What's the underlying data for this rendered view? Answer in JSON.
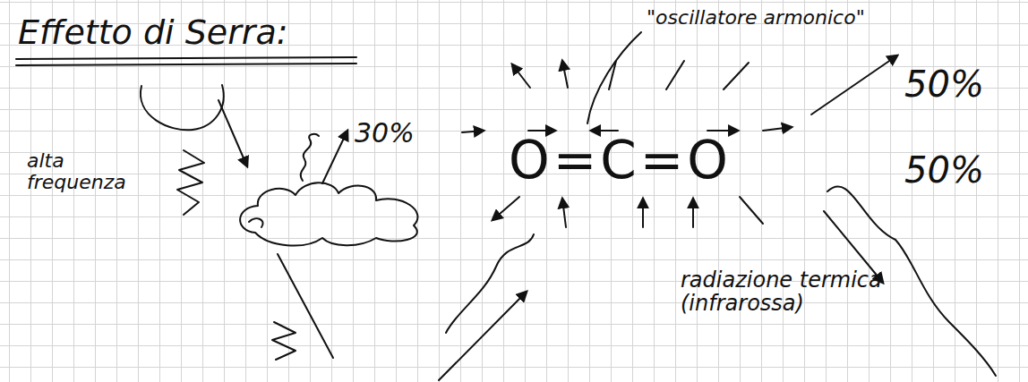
{
  "diagram": {
    "title": "Effetto di Serra:",
    "labels": [
      "alta frequenza",
      "30%",
      "\"oscillatore armonico\"",
      "O=C=O",
      "50%",
      "50%",
      "radiazione termica (infrarossa)"
    ]
  }
}
